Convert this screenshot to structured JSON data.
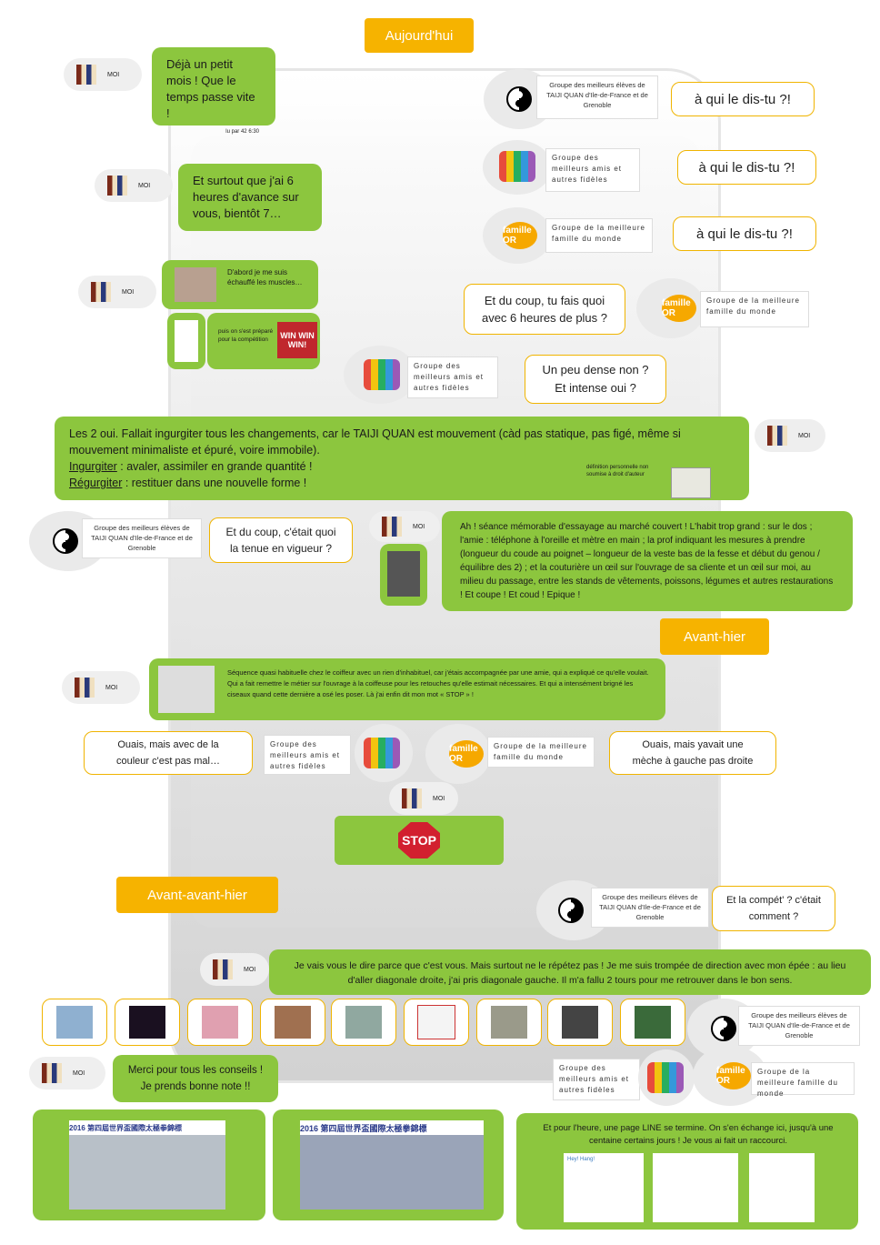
{
  "dates": {
    "today": "Aujourd'hui",
    "day_before": "Avant-hier",
    "two_days_before": "Avant-avant-hier"
  },
  "labels": {
    "moi": "MOI",
    "taiji": "Groupe des meilleurs élèves de TAIJI QUAN d'Ile-de-France et de Grenoble",
    "amis": "Groupe des meilleurs amis et autres fidèles",
    "famille": "Groupe de la meilleure famille du monde",
    "famille_logo": "famille OR"
  },
  "msg1": {
    "text": "Déjà un petit mois ! Que le temps passe vite !",
    "time": "lu par 42 6:30"
  },
  "reply_taiji": "à qui le dis-tu ?!",
  "reply_amis": "à qui le dis-tu ?!",
  "reply_famille": "à qui le dis-tu ?!",
  "msg2": "Et surtout que j'ai 6 heures d'avance sur vous, bientôt 7…",
  "msg3a": "D'abord je me suis échauffé les muscles…",
  "msg3b": "puis on s'est préparé pour la compétition",
  "win_text": "WIN WIN WIN!",
  "q_famille": "Et du coup, tu fais quoi avec 6 heures de plus ?",
  "q_amis": "Un peu dense non ? Et intense oui ?",
  "long1": {
    "line1": "Les 2 oui. Fallait ingurgiter tous les changements, car le TAIJI QUAN est mouvement (càd pas statique, pas figé, même si mouvement minimaliste et épuré, voire immobile).",
    "w1": "Ingurgiter",
    "d1": " : avaler, assimiler en grande quantité !",
    "w2": "Régurgiter",
    "d2": " : restituer dans une nouvelle forme !",
    "note": "définition personnelle non soumise à droit d'auteur"
  },
  "q_taiji": "Et du coup, c'était quoi la tenue en vigueur ?",
  "long2": "Ah ! séance mémorable d'essayage au marché couvert ! L'habit trop grand : sur le dos ; l'amie : téléphone à l'oreille et mètre en main ; la prof indiquant les mesures à prendre (longueur du coude au poignet – longueur de la veste bas de la fesse et début du genou / équilibre des 2) ; et la couturière un œil sur l'ouvrage de sa cliente et un œil sur moi, au milieu du passage, entre les stands de vêtements, poissons, légumes et autres restaurations ! Et coupe ! Et coud ! Epique !",
  "long3": "Séquence quasi habituelle chez le coiffeur avec un rien d'inhabituel, car j'étais accompagnée par une amie, qui a expliqué ce qu'elle voulait. Qui a fait remettre le métier sur l'ouvrage à la coiffeuse pour les retouches qu'elle estimait nécessaires. Et qui a intensément brigné les ciseaux quand cette dernière a osé les poser. Là j'ai enfin dit mon mot « STOP » !",
  "r_amis2": "Ouais, mais avec de la couleur c'est pas mal…",
  "r_famille2": "Ouais, mais yavait une mèche à gauche pas droite",
  "stop": "STOP",
  "q_taiji2": "Et la compét' ? c'était comment ?",
  "long4": "Je vais vous le dire parce que c'est vous. Mais surtout ne le répétez pas ! Je me suis trompée de direction avec mon épée : au lieu d'aller diagonale droite, j'ai pris diagonale gauche. Il m'a fallu 2 tours pour me retrouver dans le bon sens.",
  "merci": "Merci pour tous les conseils ! Je prends bonne note !!",
  "banner1": "2016 第四屆世界盃國際太極拳錦標",
  "banner2": "2016 第四屆世界盃國際太極拳錦標",
  "final": "Et pour l'heure, une page LINE se termine. On s'en échange ici, jusqu'à une centaine certains jours ! Je vous ai fait un raccourci.",
  "sticker_text": "Hey! Hang!"
}
